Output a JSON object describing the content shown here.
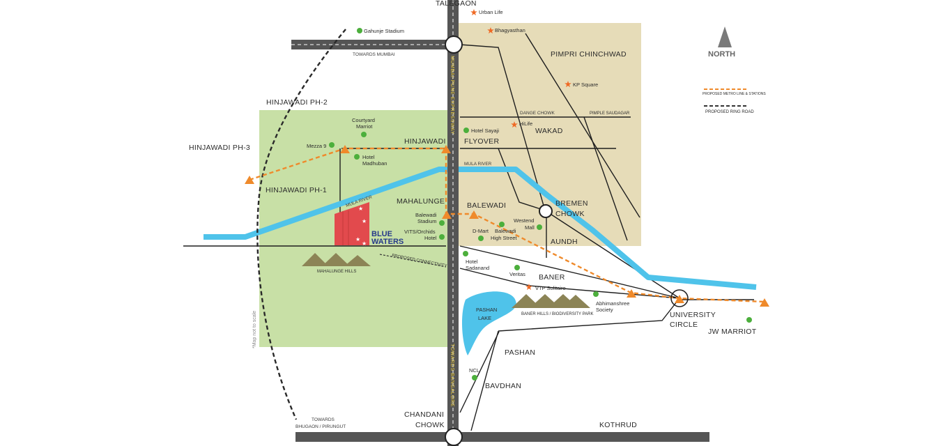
{
  "colors": {
    "green_zone": "#c8e0a6",
    "tan_zone": "#e6dcb8",
    "river": "#4fc3ea",
    "highway": "#555555",
    "metro": "#ef8a2b",
    "landmark_dot": "#4caf3c",
    "landmark_star": "#ef6a25",
    "blue_waters_plot": "#e24a4d",
    "blue_waters_text": "#263a8a",
    "hills": "#8c8456",
    "lake": "#4fc3ea"
  },
  "compass": {
    "label": "NORTH"
  },
  "legend": {
    "metro_label": "PROPOSED METRO LINE & STATIONS",
    "ring_road_label": "PROPOSED RING ROAD"
  },
  "scale_note": "*Map not to scale",
  "brand": {
    "line1": "BLUE",
    "line2": "WATERS"
  },
  "roads": {
    "towards_mumbai": "TOWARDS MUMBAI",
    "expressway": "MUMBAI-PUNE EXPRESSWAY",
    "towards_bangalore": "TOWARDS BANGALORE",
    "towards_bhugaon_1": "TOWARDS",
    "towards_bhugaon_2": "BHUGAON / PIRUNGUT",
    "dange_chowk": "DANGE CHOWK",
    "pimple_saudagar": "PIMPLE SAUDAGAR",
    "proposed_connectivity": "PROPOSED CONNECTIVITY",
    "mula_river_1": "MULA RIVER",
    "mula_river_2": "MULA   RIVER"
  },
  "areas": {
    "talegaon": "TALEGAON",
    "pimpri_chinchwad": "PIMPRI CHINCHWAD",
    "hinjawadi_ph2": "HINJAWADI PH-2",
    "hinjawadi_ph3": "HINJAWADI PH-3",
    "hinjawadi_ph1": "HINJAWADI PH-1",
    "hinjawadi": "HINJAWADI",
    "flyover": "FLYOVER",
    "wakad": "WAKAD",
    "mahalunge": "MAHALUNGE",
    "balewadi": "BALEWADI",
    "bremen_1": "BREMEN",
    "bremen_2": "CHOWK",
    "aundh": "AUNDH",
    "baner": "BANER",
    "university_1": "UNIVERSITY",
    "university_2": "CIRCLE",
    "jw_marriot": "JW MARRIOT",
    "pashan": "PASHAN",
    "bavdhan": "BAVDHAN",
    "chandani_1": "CHANDANI",
    "chandani_2": "CHOWK",
    "kothrud": "KOTHRUD",
    "pashan_lake_1": "PASHAN",
    "pashan_lake_2": "LAKE"
  },
  "hills": {
    "mahalunge": "MAHALUNGE HILLS",
    "baner": "BANER HILLS / BIODIVERSITY PARK"
  },
  "landmarks": {
    "urban_life": "Urban Life",
    "bhagyasthan": "Bhagyasthan",
    "gahunje": "Gahunje Stadium",
    "kp_square": "KP Square",
    "courtyard_1": "Courtyard",
    "courtyard_2": "Marriot",
    "mezza9": "Mezza 9",
    "madhuban_1": "Hotel",
    "madhuban_2": "Madhuban",
    "hotel_sayaji": "Hotel Sayaji",
    "hilife": "HiLife",
    "balewadi_stadium_1": "Balewadi",
    "balewadi_stadium_2": "Stadium",
    "vits_1": "VITS/Orchids",
    "vits_2": "Hotel",
    "westend_1": "Westend",
    "westend_2": "Mall",
    "dmart": "D-Mart",
    "highstreet_1": "Balewadi",
    "highstreet_2": "High Street",
    "sadanand_1": "Hotel",
    "sadanand_2": "Sadanand",
    "veritas": "Veritas",
    "vtp": "VTP Solitaire",
    "abhimanshree_1": "Abhimanshree",
    "abhimanshree_2": "Society",
    "ncl": "NCL"
  }
}
